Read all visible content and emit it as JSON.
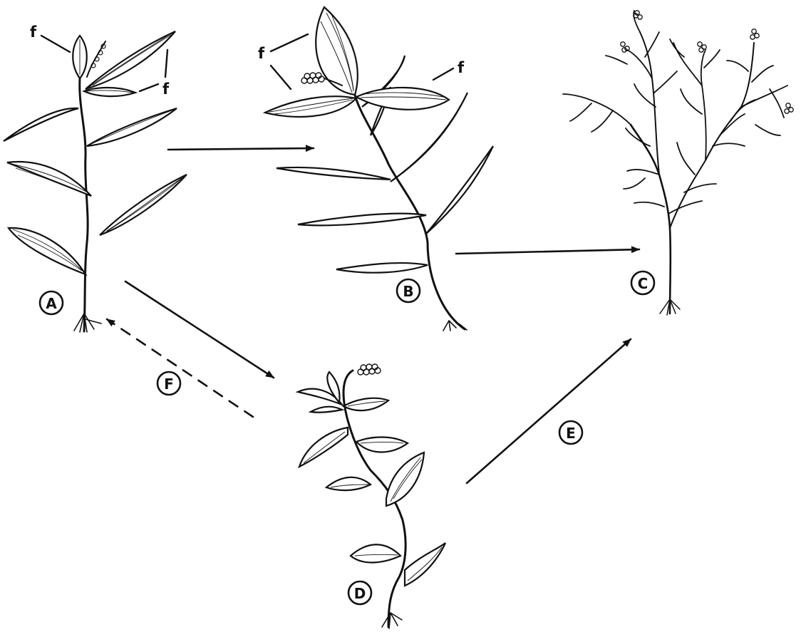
{
  "colors": {
    "ink": "#111111",
    "background": "#ffffff"
  },
  "panels": {
    "A": {
      "label": "A"
    },
    "B": {
      "label": "B"
    },
    "C": {
      "label": "C"
    },
    "D": {
      "label": "D"
    },
    "E": {
      "label": "E"
    },
    "F": {
      "label": "F"
    }
  },
  "annotations": {
    "f_label": "f"
  },
  "arrows": [
    {
      "from": "A",
      "to": "B",
      "style": "solid"
    },
    {
      "from": "B",
      "to": "C",
      "style": "solid"
    },
    {
      "from": "A",
      "to": "D",
      "style": "solid"
    },
    {
      "from": "D",
      "to": "C",
      "style": "solid",
      "label": "E"
    },
    {
      "from": "D",
      "to": "A",
      "style": "dashed",
      "label": "F"
    }
  ]
}
